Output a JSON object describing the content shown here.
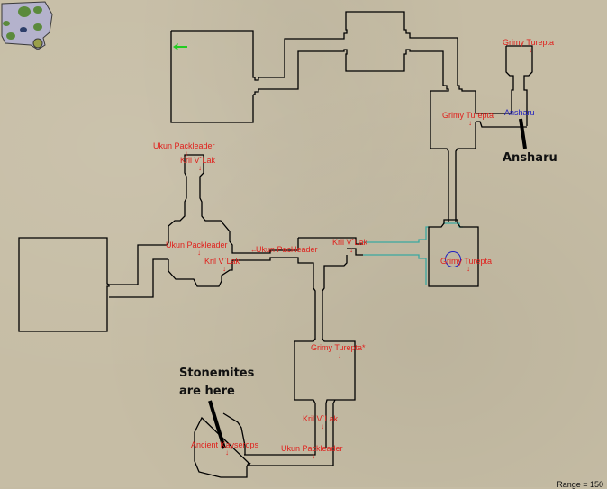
{
  "map": {
    "range_label": "Range = 150",
    "minimap_icon": "scroll-map-icon",
    "player_marker_icon": "green-arrow-icon",
    "colors": {
      "background": "#c6bda5",
      "walls": "#000000",
      "zone_line": "#3aa8a0",
      "spawn_text": "#e0201c",
      "npc_blue": "#2020c0",
      "player_arrow": "#22cc22"
    }
  },
  "spawns": [
    {
      "id": "grimy-turepta-1",
      "label": "Grimy Turepta"
    },
    {
      "id": "grimy-turepta-2",
      "label": "Grimy Turepta"
    },
    {
      "id": "ansharu-npc",
      "label": "Ansharu"
    },
    {
      "id": "ukun-packleader-1",
      "label": "Ukun Packleader"
    },
    {
      "id": "kril-vlak-1",
      "label": "Kril V`Lak"
    },
    {
      "id": "ukun-packleader-2",
      "label": "Ukun Packleader"
    },
    {
      "id": "kril-vlak-2",
      "label": "Kril V`Lak"
    },
    {
      "id": "ukun-packleader-3",
      "label": "Ukun Packleader"
    },
    {
      "id": "kril-vlak-3",
      "label": "Kril V`Lak"
    },
    {
      "id": "grimy-turepta-3",
      "label": "Grimy Turepta"
    },
    {
      "id": "grimy-turepta-4",
      "label": "Grimy Turepta*"
    },
    {
      "id": "kril-vlak-4",
      "label": "Kril V`Lak"
    },
    {
      "id": "ukun-packleader-4",
      "label": "Ukun Packleader"
    },
    {
      "id": "ancient-kayserops",
      "label": "Ancient Kayserops"
    }
  ],
  "annotations": {
    "ansharu": "Ansharu",
    "stonemites_line1": "Stonemites",
    "stonemites_line2": "are here"
  },
  "arrow_glyph": "↓"
}
